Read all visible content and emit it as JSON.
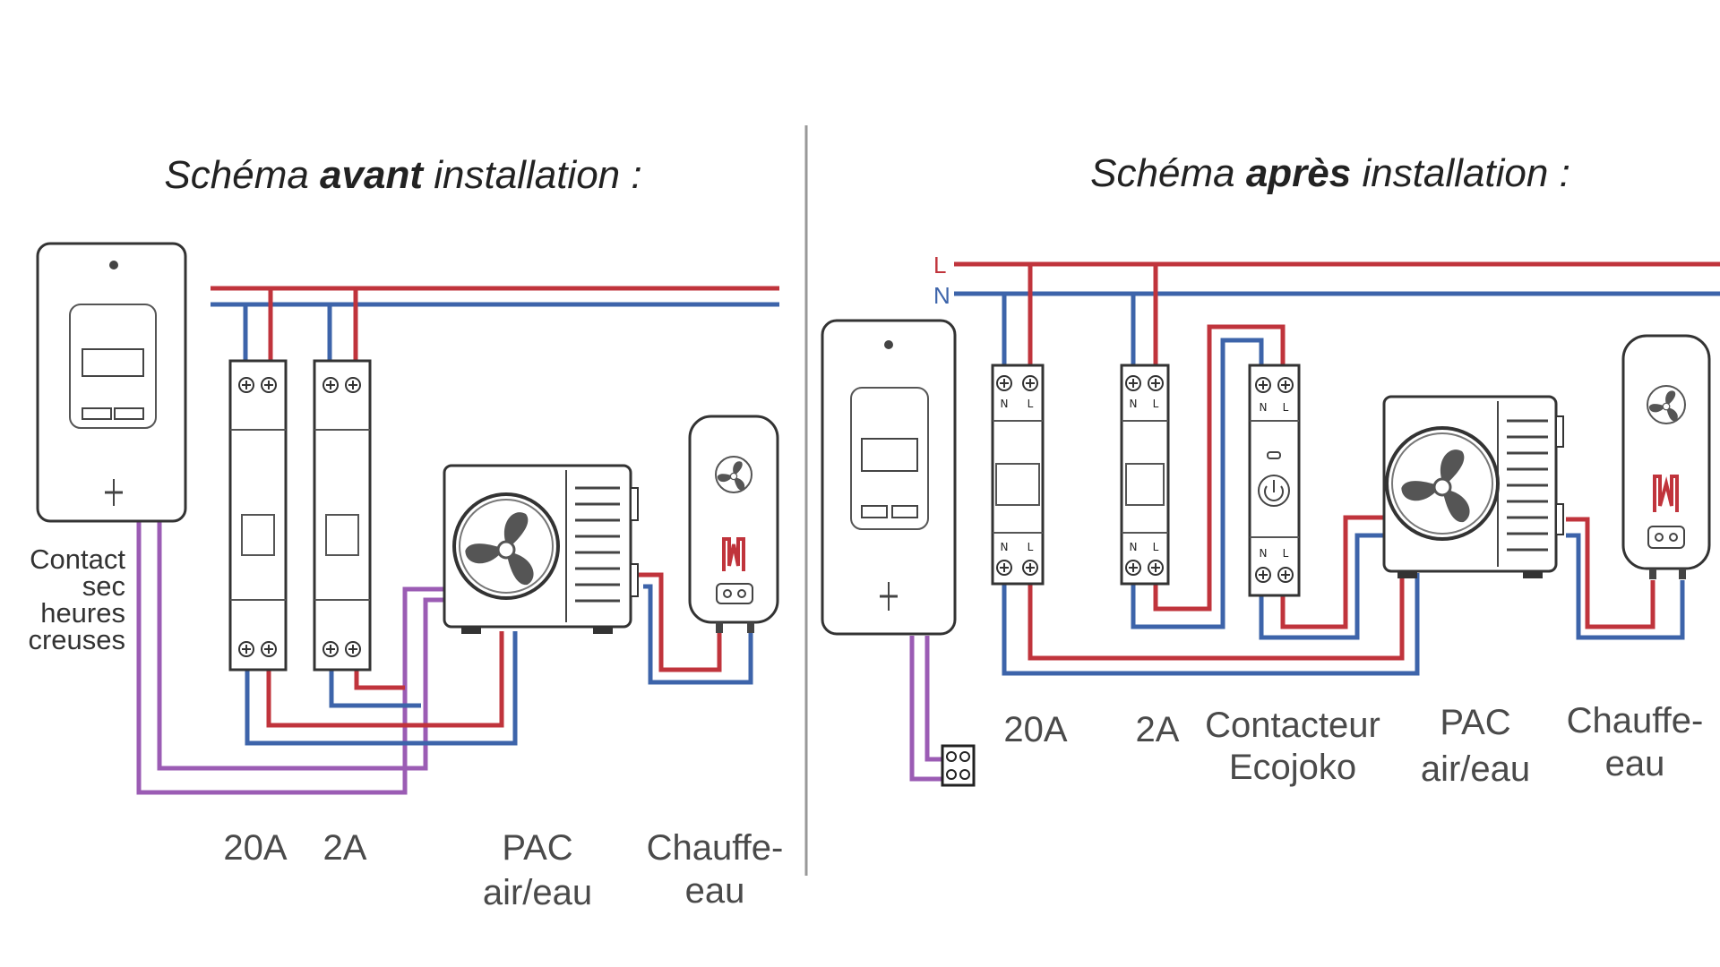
{
  "colors": {
    "live": "#c0343c",
    "neutral": "#3d64aa",
    "signal": "#9b5cb4",
    "divider": "#999999"
  },
  "before": {
    "title_prefix": "Schéma ",
    "title_bold": "avant",
    "title_suffix": " installation :",
    "meter_label": [
      "Contact",
      "sec",
      "heures",
      "creuses"
    ],
    "breaker_20a": "20A",
    "breaker_2a": "2A",
    "pac_label": [
      "PAC",
      "air/eau"
    ],
    "heater_label": [
      "Chauffe-",
      "eau"
    ]
  },
  "after": {
    "title_prefix": "Schéma ",
    "title_bold": "après",
    "title_suffix": " installation :",
    "line_l": "L",
    "line_n": "N",
    "breaker_20a": "20A",
    "breaker_2a": "2A",
    "contactor_label": [
      "Contacteur",
      "Ecojoko"
    ],
    "pac_label": [
      "PAC",
      "air/eau"
    ],
    "heater_label": [
      "Chauffe-",
      "eau"
    ]
  },
  "terminals": {
    "n": "N",
    "l": "L"
  },
  "icons": [
    "meter-icon",
    "breaker-icon",
    "fan-icon",
    "heater-element-icon",
    "power-icon",
    "terminal-block-icon"
  ]
}
